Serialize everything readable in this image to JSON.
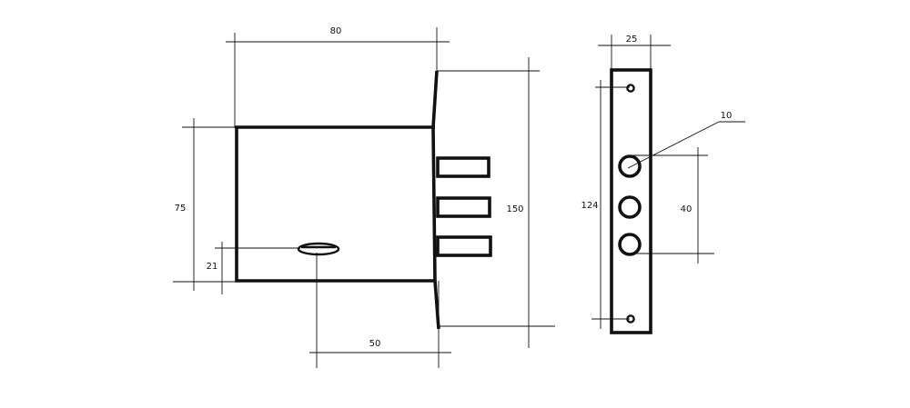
{
  "drawing": {
    "line_color": "#111111",
    "background": "#ffffff",
    "dimensions": {
      "width_80": "80",
      "height_75": "75",
      "offset_21": "21",
      "backset_50": "50",
      "faceplate_150": "150",
      "faceplate_width_25": "25",
      "hole_10": "10",
      "screw_spacing_124": "124",
      "hole_spacing_40": "40"
    }
  }
}
